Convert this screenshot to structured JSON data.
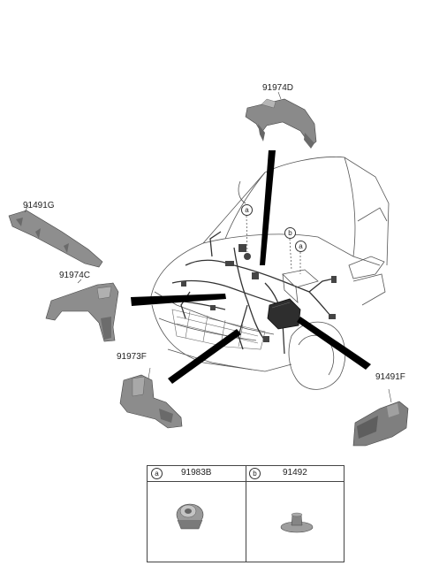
{
  "parts": {
    "p91974D": "91974D",
    "p91491G": "91491G",
    "p91974C": "91974C",
    "p91973F": "91973F",
    "p91491F": "91491F"
  },
  "callouts": {
    "a1": "a",
    "b1": "b",
    "a2": "a"
  },
  "legend": {
    "col_a_letter": "a",
    "col_a_part": "91983B",
    "col_b_letter": "b",
    "col_b_part": "91492"
  }
}
